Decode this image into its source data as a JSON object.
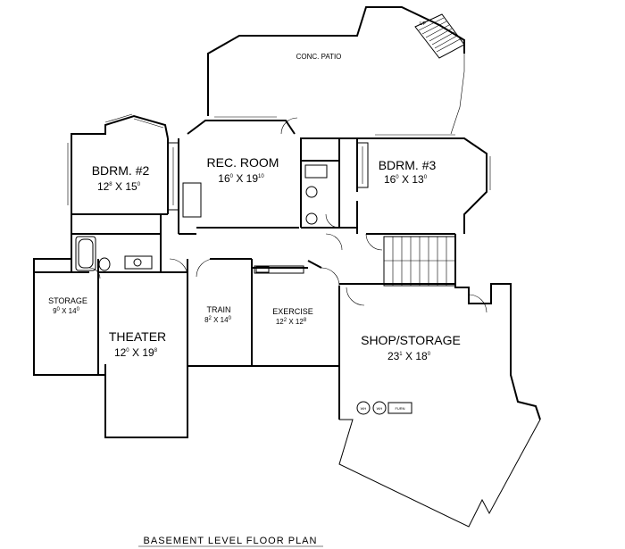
{
  "plan": {
    "title": "BASEMENT LEVEL FLOOR PLAN",
    "rooms": [
      {
        "id": "patio",
        "name": "CONC. PATIO",
        "dims": {
          "a": "",
          "b": ""
        }
      },
      {
        "id": "bdrm2",
        "name": "BDRM. #2",
        "dims": {
          "a": "12",
          "a_sup": "8",
          "x": "X",
          "b": "15",
          "b_sup": "0"
        }
      },
      {
        "id": "rec",
        "name": "REC. ROOM",
        "dims": {
          "a": "16",
          "a_sup": "0",
          "x": "X",
          "b": "19",
          "b_sup": "10"
        }
      },
      {
        "id": "bdrm3",
        "name": "BDRM. #3",
        "dims": {
          "a": "16",
          "a_sup": "0",
          "x": "X",
          "b": "13",
          "b_sup": "0"
        }
      },
      {
        "id": "storage",
        "name": "STORAGE",
        "dims": {
          "a": "9",
          "a_sup": "0",
          "x": "X",
          "b": "14",
          "b_sup": "0"
        }
      },
      {
        "id": "theater",
        "name": "THEATER",
        "dims": {
          "a": "12",
          "a_sup": "0",
          "x": "X",
          "b": "19",
          "b_sup": "8"
        }
      },
      {
        "id": "train",
        "name": "TRAIN",
        "dims": {
          "a": "8",
          "a_sup": "2",
          "x": "X",
          "b": "14",
          "b_sup": "0"
        }
      },
      {
        "id": "exercise",
        "name": "EXERCISE",
        "dims": {
          "a": "12",
          "a_sup": "2",
          "x": "X",
          "b": "12",
          "b_sup": "8"
        }
      },
      {
        "id": "shop",
        "name": "SHOP/STORAGE",
        "dims": {
          "a": "23",
          "a_sup": "1",
          "x": "X",
          "b": "18",
          "b_sup": "0"
        }
      }
    ],
    "equipment": {
      "wh1": "WH",
      "wh2": "WH",
      "furn": "FURN"
    },
    "stair_label": "UP"
  }
}
